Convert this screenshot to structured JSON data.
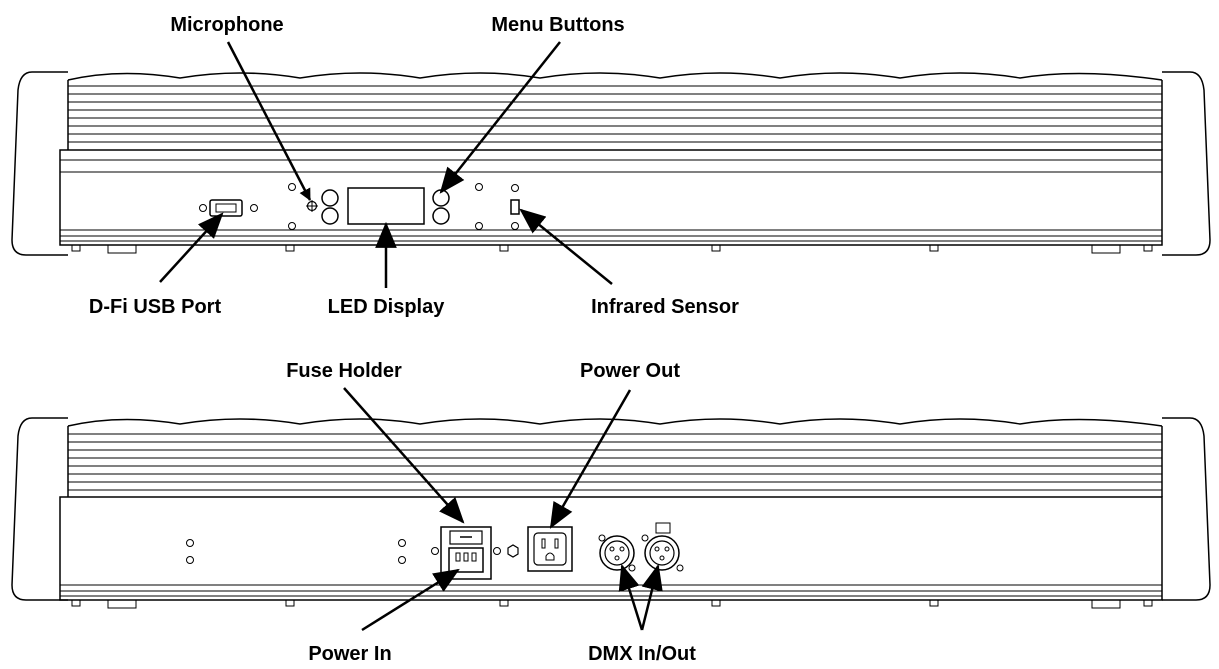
{
  "top_view": {
    "labels": {
      "microphone": "Microphone",
      "menu_buttons": "Menu Buttons",
      "usb_port": "D-Fi USB Port",
      "led_display": "LED Display",
      "infrared_sensor": "Infrared Sensor"
    }
  },
  "bottom_view": {
    "labels": {
      "fuse_holder": "Fuse Holder",
      "power_out": "Power Out",
      "power_in": "Power In",
      "dmx": "DMX In/Out"
    }
  },
  "colors": {
    "line": "#000000",
    "background": "#ffffff"
  }
}
